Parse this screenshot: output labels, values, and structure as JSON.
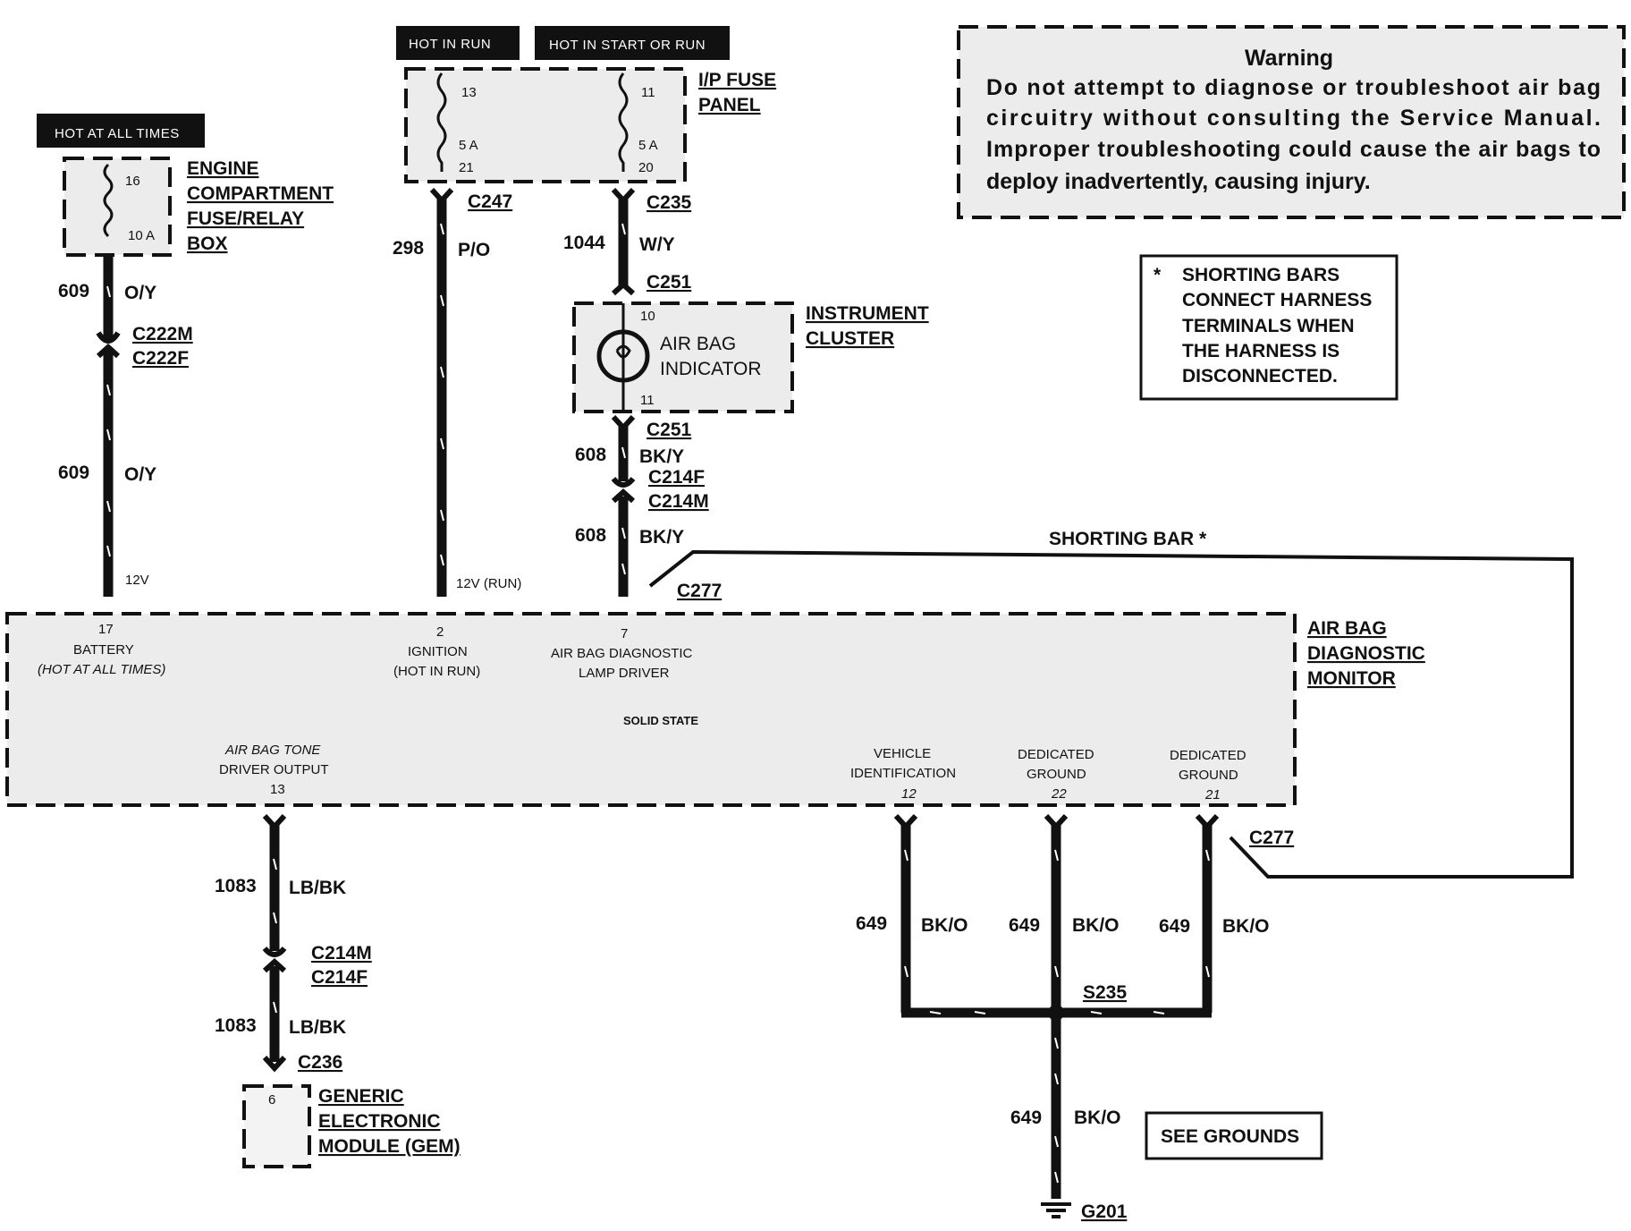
{
  "headers": {
    "hot_at_all_times": "HOT AT ALL TIMES",
    "hot_in_run": "HOT IN RUN",
    "hot_in_start_or_run": "HOT IN START OR RUN"
  },
  "engine_box": {
    "line1": "ENGINE",
    "line2": "COMPARTMENT",
    "line3": "FUSE/RELAY",
    "line4": "BOX",
    "fuse_num": "16",
    "fuse_amp": "10 A"
  },
  "ip_fuse_panel": {
    "line1": "I/P FUSE",
    "line2": "PANEL",
    "fuse_a_top": "13",
    "fuse_a_amp": "5 A",
    "fuse_a_bottom": "21",
    "fuse_b_top": "11",
    "fuse_b_amp": "5 A",
    "fuse_b_bottom": "20"
  },
  "warning": {
    "title": "Warning",
    "line1": "Do not attempt to diagnose or troubleshoot air bag",
    "line2": "circuitry without consulting the Service Manual.",
    "line3": "Improper troubleshooting could cause the air bags to",
    "line4": "deploy inadvertently, causing injury."
  },
  "shorting_note": {
    "star": "*",
    "line1": "SHORTING BARS",
    "line2": "CONNECT HARNESS",
    "line3": "TERMINALS WHEN",
    "line4": "THE HARNESS IS",
    "line5": "DISCONNECTED."
  },
  "wires": {
    "w609": "609",
    "w609_color": "O/Y",
    "w298": "298",
    "w298_color": "P/O",
    "w1044": "1044",
    "w1044_color": "W/Y",
    "w608": "608",
    "w608_color": "BK/Y",
    "w1083": "1083",
    "w1083_color": "LB/BK",
    "w649": "649",
    "w649_color": "BK/O"
  },
  "connectors": {
    "c247": "C247",
    "c235": "C235",
    "c251": "C251",
    "c222m": "C222M",
    "c222f": "C222F",
    "c214f": "C214F",
    "c214m": "C214M",
    "c277": "C277",
    "c236": "C236",
    "s235": "S235",
    "g201": "G201"
  },
  "instrument_cluster": {
    "line1": "INSTRUMENT",
    "line2": "CLUSTER",
    "indicator1": "AIR BAG",
    "indicator2": "INDICATOR",
    "pin_top": "10",
    "pin_bottom": "11"
  },
  "feeds": {
    "v12": "12V",
    "v12_run": "12V (RUN)"
  },
  "shorting_bar": "SHORTING BAR *",
  "monitor": {
    "line1": "AIR BAG",
    "line2": "DIAGNOSTIC",
    "line3": "MONITOR",
    "pin17": "17",
    "battery": "BATTERY",
    "battery_sub": "(HOT AT ALL TIMES)",
    "pin2": "2",
    "ignition": "IGNITION",
    "ignition_sub": "(HOT IN RUN)",
    "pin7": "7",
    "lamp1": "AIR BAG DIAGNOSTIC",
    "lamp2": "LAMP DRIVER",
    "solid_state": "SOLID STATE",
    "tone1": "AIR BAG TONE",
    "tone2": "DRIVER OUTPUT",
    "pin13": "13",
    "veh1": "VEHICLE",
    "veh2": "IDENTIFICATION",
    "pin12": "12",
    "ded1": "DEDICATED",
    "ded2": "GROUND",
    "pin22": "22",
    "pin21": "21"
  },
  "gem": {
    "line1": "GENERIC",
    "line2": "ELECTRONIC",
    "line3": "MODULE (GEM)",
    "pin": "6"
  },
  "see_grounds": "SEE GROUNDS"
}
